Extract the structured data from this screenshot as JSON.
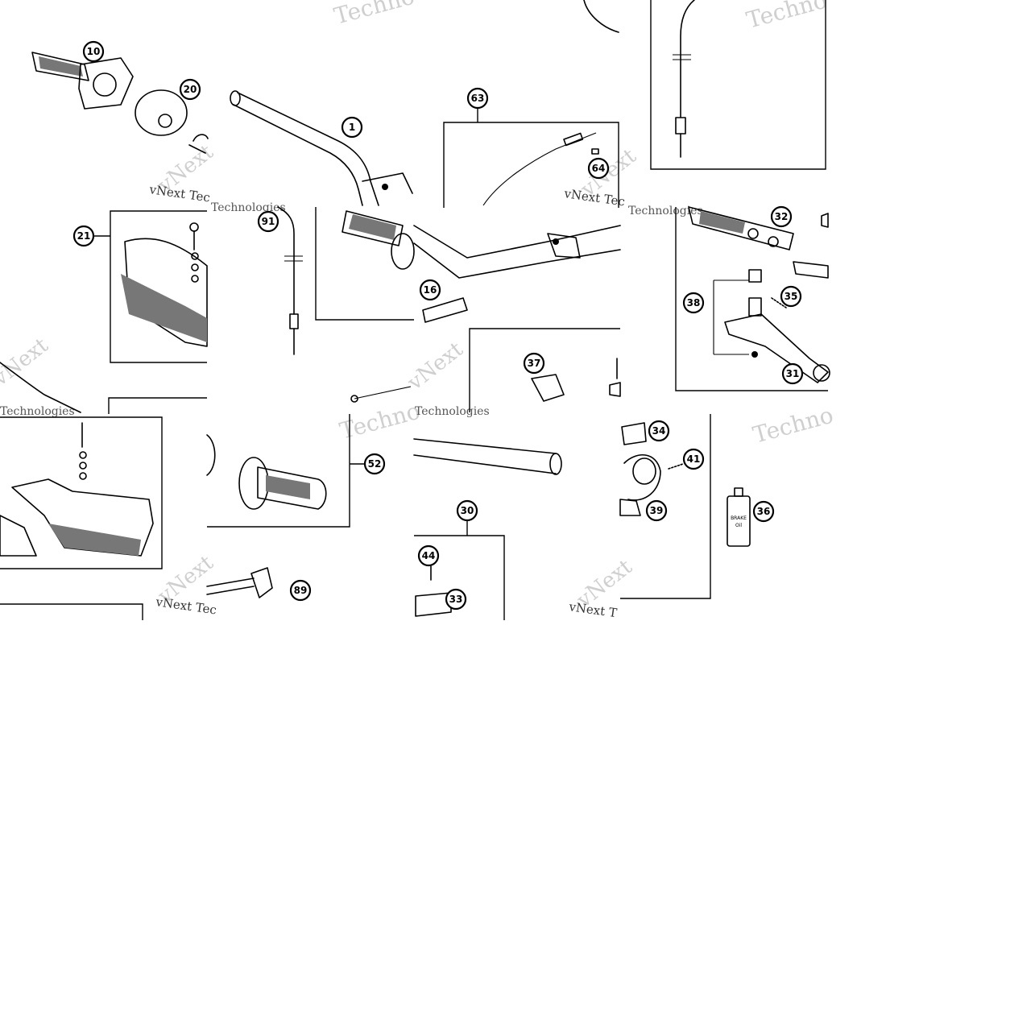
{
  "page": {
    "background": "#ffffff",
    "ink": "#000000",
    "watermark_color": "#cfcfcf"
  },
  "watermarks": {
    "techno": "Techno",
    "technologies": "Technologies",
    "vnext": "vNext",
    "vnext_tec": "vNext Tec",
    "vnext_t": "vNext T"
  },
  "callouts": {
    "p1": "1",
    "p10": "10",
    "p16": "16",
    "p20": "20",
    "p21": "21",
    "p30": "30",
    "p31": "31",
    "p32": "32",
    "p33": "33",
    "p34": "34",
    "p35": "35",
    "p36": "36",
    "p37": "37",
    "p38": "38",
    "p39": "39",
    "p41": "41",
    "p44": "44",
    "p52": "52",
    "p63": "63",
    "p64": "64",
    "p89": "89",
    "p91": "91"
  },
  "bottle_label": {
    "line1": "BRAKE",
    "line2": "Oil"
  }
}
